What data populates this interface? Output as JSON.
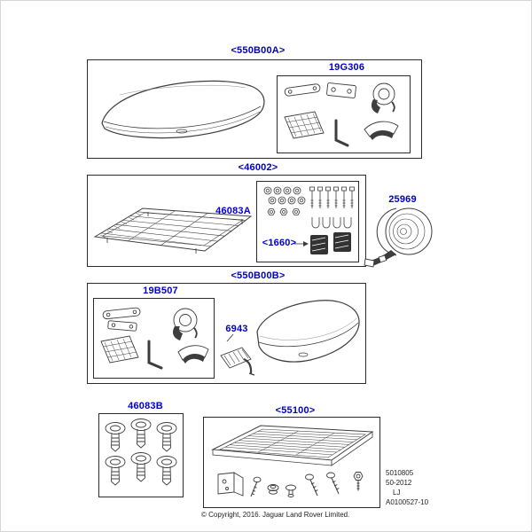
{
  "labels": {
    "box_a": "<550B00A>",
    "kit_a": "19G306",
    "rack": "<46002>",
    "hardware": "46083A",
    "pads": "<1660>",
    "lamp": "25969",
    "box_b": "<550B00B>",
    "kit_b": "19B507",
    "clamp": "6943",
    "plugs": "46083B",
    "tray": "<55100>"
  },
  "doc_info": {
    "lines": [
      "5010805",
      "50-2012",
      "LJ",
      "A0100527-10"
    ]
  },
  "footer": {
    "copyright": "© Copyright, 2016. Jaguar Land Rover Limited."
  },
  "colors": {
    "label_blue": "#0000c8",
    "line": "#3d3d3d"
  }
}
